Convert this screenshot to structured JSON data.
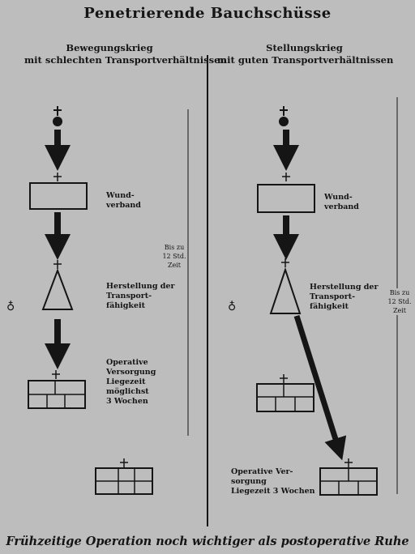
{
  "title": "Penetrierende Bauchschüsse",
  "left": {
    "heading_line1": "Bewegungskrieg",
    "heading_line2": "mit schlechten Transportverhältnissen",
    "label_wound": "Wund-\nverband",
    "label_transport": "Herstellung der\nTransport-\nfähigkeit",
    "label_surgery": "Operative\nVersorgung\nLiegezeit\nmöglichst\n3 Wochen",
    "time_note": "Bis zu\n12 Std.\nZeit"
  },
  "right": {
    "heading_line1": "Stellungskrieg",
    "heading_line2": "mit guten Transportverhältnissen",
    "label_wound": "Wund-\nverband",
    "label_transport": "Herstellung der\nTransport-\nfähigkeit",
    "label_surgery": "Operative Ver-\nsorgung\nLiegezeit 3 Wochen",
    "time_note": "Bis zu\n12 Std.\nZeit"
  },
  "footer": "Frühzeitige Operation noch wichtiger als postoperative Ruhe"
}
